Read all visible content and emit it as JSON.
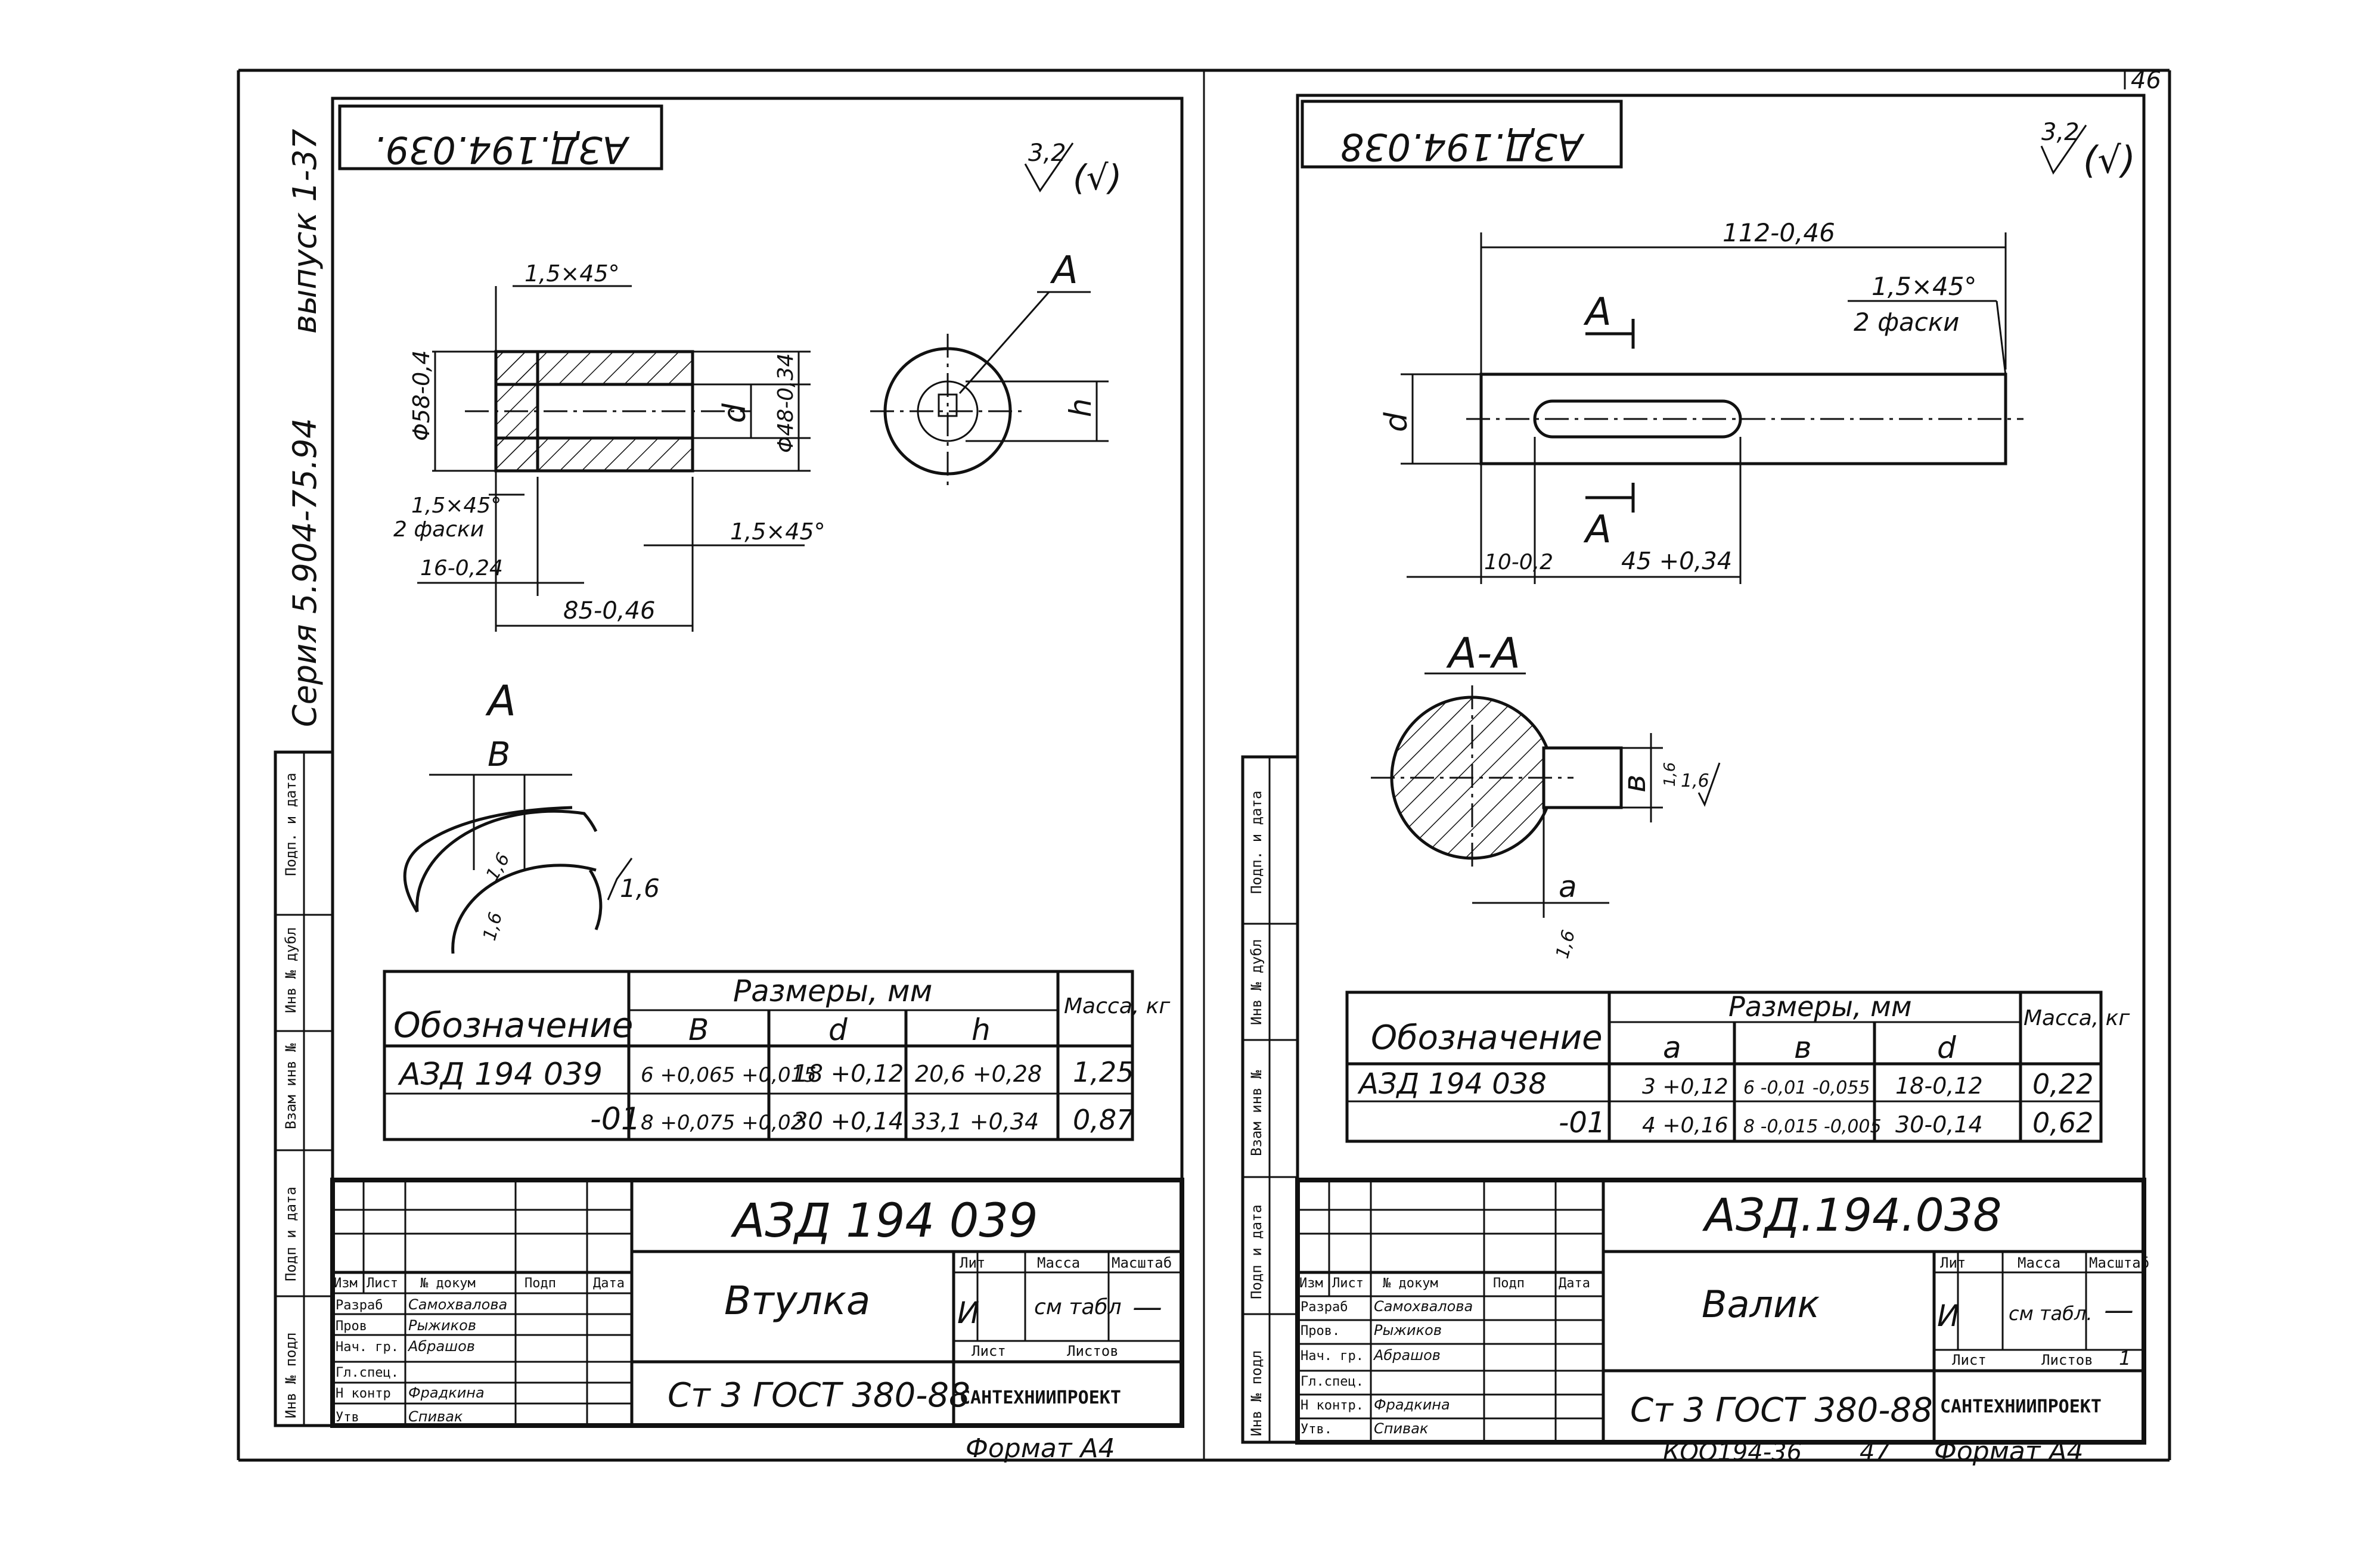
{
  "sheet_number": "46",
  "series_note": "Серия 5.904-75.94",
  "issue_note": "выпуск 1-37",
  "footer_archive": "КОО194-36",
  "footer_page": "47",
  "side_labels": [
    "Подп. и дата",
    "Инв № дубл",
    "Взам инв №",
    "Подп и дата",
    "Инв № подл"
  ],
  "left": {
    "corner_code": "АЗД.194.039.",
    "roughness_general": "3,2",
    "roughness_paren": "(√)",
    "dims": {
      "chamfer_top": "1,5×45°",
      "dia_outer": "Φ58-0,4",
      "letter_d": "d",
      "dia_inner": "Φ48-0,34",
      "letter_h": "h",
      "chamfer_two": "1,5×45°",
      "chamfer_two_note": "2 фаски",
      "chamfer_right": "1,5×45°",
      "len_flange": "16-0,24",
      "len_total": "85-0,46",
      "section_letter": "А",
      "view_letter": "А",
      "letter_b": "В",
      "rough_16a": "1,6",
      "rough_16b": "1,6",
      "rough_16c": "1,6"
    },
    "table": {
      "col_designation": "Обозначение",
      "col_sizes": "Размеры, мм",
      "col_b": "В",
      "col_d": "d",
      "col_h": "h",
      "col_mass": "Масса, кг",
      "rows": [
        {
          "designation": "АЗД 194 039",
          "b": "6 +0,065 +0,015",
          "d": "18 +0,12",
          "h": "20,6 +0,28",
          "mass": "1,25"
        },
        {
          "designation": "-01",
          "b": "8 +0,075 +0,02",
          "d": "30 +0,14",
          "h": "33,1 +0,34",
          "mass": "0,87"
        }
      ]
    },
    "title_block": {
      "code": "АЗД 194 039",
      "name": "Втулка",
      "material": "Ст 3 ГОСТ 380-88",
      "org": "САНТЕХНИИПРОЕКТ",
      "lit_label": "Лит",
      "mass_label": "Масса",
      "scale_label": "Масштаб",
      "lit_value": "И",
      "mass_value": "см табл",
      "scale_value": "—",
      "sheet_label": "Лист",
      "sheets_label": "Листов",
      "format": "Формат А4",
      "head": [
        "Изм",
        "Лист",
        "№ докум",
        "Подп",
        "Дата"
      ],
      "roles": [
        "Разраб",
        "Пров",
        "Нач. гр.",
        "Гл.спец.",
        "Н контр",
        "Утв"
      ],
      "names": [
        "Самохвалова",
        "Рыжиков",
        "Абрашов",
        "",
        "Фрадкина",
        "Спивак"
      ]
    }
  },
  "right": {
    "corner_code": "АЗД.194.038",
    "roughness_general": "3,2",
    "roughness_paren": "(√)",
    "dims": {
      "len_total": "112-0,46",
      "chamfer": "1,5×45°",
      "chamfer_note": "2 фаски",
      "section_top": "А",
      "section_bottom": "А",
      "letter_d": "d",
      "len_start": "10-0,2",
      "len_slot": "45 +0,34",
      "section_title": "А-А",
      "letter_b": "в",
      "letter_a": "а",
      "rough_16a": "1,6",
      "rough_16b": "1,6",
      "rough_16c": "1,6"
    },
    "table": {
      "col_designation": "Обозначение",
      "col_sizes": "Размеры, мм",
      "col_a": "а",
      "col_b": "в",
      "col_d": "d",
      "col_mass": "Масса, кг",
      "rows": [
        {
          "designation": "АЗД 194 038",
          "a": "3 +0,12",
          "b": "6 -0,01 -0,055",
          "d": "18-0,12",
          "mass": "0,22"
        },
        {
          "designation": "-01",
          "a": "4 +0,16",
          "b": "8 -0,015 -0,005",
          "d": "30-0,14",
          "mass": "0,62"
        }
      ]
    },
    "title_block": {
      "code": "АЗД.194.038",
      "name": "Валик",
      "material": "Ст 3 ГОСТ 380-88",
      "org": "САНТЕХНИИПРОЕКТ",
      "lit_label": "Лит",
      "mass_label": "Масса",
      "scale_label": "Масштаб",
      "lit_value": "И",
      "mass_value": "см табл.",
      "scale_value": "—",
      "sheet_label": "Лист",
      "sheets_label": "Листов",
      "sheets_value": "1",
      "format": "Формат А4",
      "head": [
        "Изм",
        "Лист",
        "№ докум",
        "Подп",
        "Дата"
      ],
      "roles": [
        "Разраб",
        "Пров.",
        "Нач. гр.",
        "Гл.спец.",
        "Н контр.",
        "Утв."
      ],
      "names": [
        "Самохвалова",
        "Рыжиков",
        "Абрашов",
        "",
        "Фрадкина",
        "Спивак"
      ]
    }
  }
}
